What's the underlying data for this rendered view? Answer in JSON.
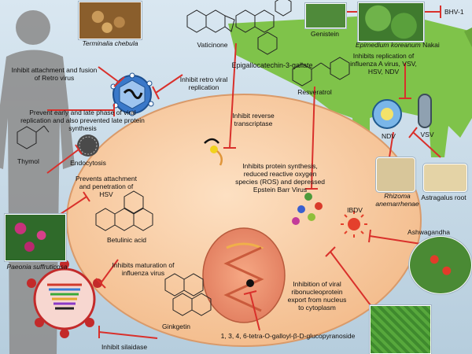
{
  "labels": {
    "terminalia": "Terminalia chebula",
    "vaticinone": "Vaticinone",
    "egcg": "Epigallocatechin-3-gallate",
    "genistein": "Genistein",
    "epimedium": "Epimedium koreanum",
    "epimedium_suffix": "Nakai",
    "bhv": "BHV-1",
    "resveratrol": "Resveratrol",
    "thymol": "Thymol",
    "endocytosis": "Endocytosis",
    "ndv": "NDV",
    "vsv": "VSV",
    "rhizoma": "Rhizoma anemarrhenae",
    "astragalus": "Astragalus root",
    "ibdv": "IBDV",
    "ashwagandha": "Ashwagandha",
    "betulinic": "Betulinic acid",
    "paeonia": "Paeonia suffruticosa",
    "ginkgetin": "Ginkgetin",
    "galloyl": "1, 3, 4, 6-tetra-O-galloyl-β-D-glucopyranoside"
  },
  "effects": {
    "retro_attach": "Inhibit attachment and fusion of Retro virus",
    "retro_replication": "Inhibit retro viral replication",
    "flu_replication": "Inhibits replication of influenza A virus, VSV, HSV, NDV",
    "early_late": "Prevent early and late phase of viral replication and also prevented late protein synthesis",
    "rt": "Inhibit reverse transcriptase",
    "protein_synth": "Inhibits protein synthesis, reduced reactive oxygen species (ROS) and depressed Epstein Barr Virus",
    "hsv": "Prevents attachment and penetration of HSV",
    "flu_maturation": "Inhibits maturation of influenza virus",
    "rnp": "Inhibition of viral ribonucleoprotein export from nucleus to cytoplasm",
    "sialidase": "Inhibit silaidase"
  },
  "colors": {
    "cell": "#f6caa0",
    "nucleus": "#e88a6a",
    "arrow": "#d9302b",
    "cow": "#7fc34a"
  }
}
